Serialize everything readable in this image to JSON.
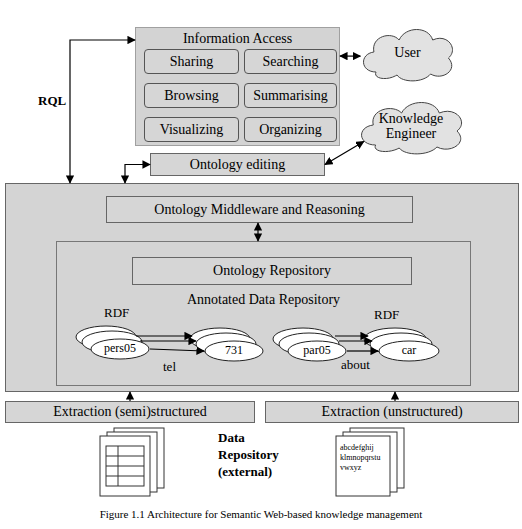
{
  "diagram": {
    "caption": "Figure 1.1 Architecture for Semantic Web-based knowledge management",
    "nodes": [
      {
        "text": [
          "Information Access"
        ]
      },
      {
        "text": [
          "Sharing"
        ],
        "in": 0
      },
      {
        "text": [
          "Searching"
        ],
        "in": 0
      },
      {
        "text": [
          "Browsing"
        ],
        "in": 0
      },
      {
        "text": [
          "Summarising"
        ],
        "in": 0
      },
      {
        "text": [
          "Visualizing"
        ],
        "in": 0
      },
      {
        "text": [
          "Organizing"
        ],
        "in": 0
      },
      {
        "text": [
          "User"
        ]
      },
      {
        "text": [
          "Knowledge Engineer"
        ]
      },
      {
        "text": [
          "Ontology editing"
        ]
      },
      {
        "text": []
      },
      {
        "text": [
          "Ontology Middleware and Reasoning"
        ],
        "in": 10
      },
      {
        "text": [
          "Annotated Data Repository"
        ],
        "in": 10
      },
      {
        "text": [
          "Ontology Repository"
        ],
        "in": 12
      },
      {
        "text": [
          "pers05"
        ],
        "in": 12
      },
      {
        "text": [
          "731"
        ],
        "in": 12
      },
      {
        "text": [
          "par05"
        ],
        "in": 12
      },
      {
        "text": [
          "car"
        ],
        "in": 12
      },
      {
        "text": [
          "Extraction (semi)structured"
        ]
      },
      {
        "text": [
          "Extraction (unstructured)"
        ]
      }
    ],
    "edges": [
      {
        "from": 0,
        "to": 7,
        "arrow": "both"
      },
      {
        "from": 9,
        "to": 8,
        "arrow": "both"
      },
      {
        "from": 10,
        "to": 0,
        "arrow": "both",
        "label": "RQL"
      },
      {
        "from": 9,
        "to": 10,
        "arrow": "both"
      },
      {
        "from": 11,
        "to": 12,
        "arrow": "both"
      },
      {
        "from": 14,
        "to": 15,
        "arrow": "to",
        "label": "tel"
      },
      {
        "from": 16,
        "to": 17,
        "arrow": "to",
        "label": "about"
      },
      {
        "from": 18,
        "to": 10,
        "arrow": "to"
      },
      {
        "from": 19,
        "to": 10,
        "arrow": "to"
      }
    ],
    "labels": [
      "RDF",
      "RDF",
      "Data Repository (external)",
      "abcdefghij",
      "klmnopqrstu",
      "vwxyz"
    ]
  }
}
